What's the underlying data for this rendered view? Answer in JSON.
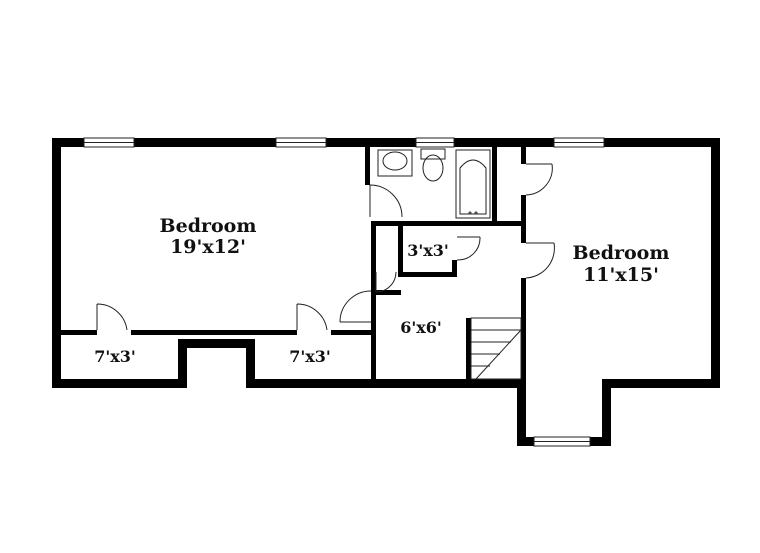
{
  "rooms": {
    "bedroom_left": {
      "name": "Bedroom",
      "size": "19'x12'"
    },
    "bedroom_right": {
      "name": "Bedroom",
      "size": "11'x15'"
    },
    "closet_small": {
      "size": "3'x3'"
    },
    "hall": {
      "size": "6'x6'"
    },
    "closet_left": {
      "size": "7'x3'"
    },
    "closet_mid": {
      "size": "7'x3'"
    }
  },
  "colors": {
    "wall": "#000000",
    "background": "#ffffff"
  }
}
